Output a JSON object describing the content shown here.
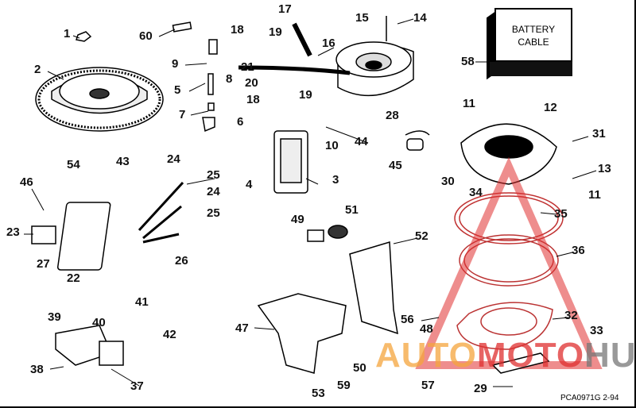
{
  "battery_box": {
    "line1": "BATTERY",
    "line2": "CABLE"
  },
  "drawing_code": "PCA0971G   2-94",
  "watermark": {
    "part1": "AUTO",
    "part2": "MOTO",
    "part3": "HUB",
    "colors": [
      "#f5a53d",
      "#e03030",
      "#777777"
    ]
  },
  "labels": [
    "1",
    "60",
    "17",
    "15",
    "14",
    "58",
    "2",
    "18",
    "19",
    "16",
    "9",
    "8",
    "21",
    "20",
    "18",
    "19",
    "5",
    "7",
    "6",
    "11",
    "12",
    "31",
    "28",
    "44",
    "10",
    "45",
    "30",
    "13",
    "4",
    "3",
    "54",
    "43",
    "24",
    "25",
    "24",
    "25",
    "46",
    "34",
    "11",
    "49",
    "51",
    "35",
    "52",
    "23",
    "27",
    "22",
    "26",
    "36",
    "41",
    "39",
    "40",
    "42",
    "47",
    "56",
    "32",
    "48",
    "33",
    "38",
    "37",
    "50",
    "57",
    "29",
    "53",
    "59"
  ]
}
